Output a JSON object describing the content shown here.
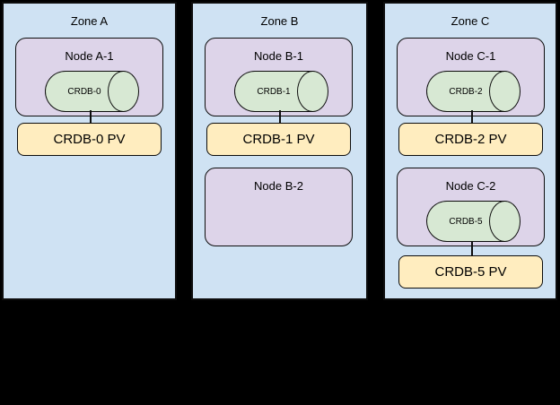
{
  "colors": {
    "canvas_bg": "#000000",
    "zone_fill": "#cfe2f3",
    "node_fill": "#ddd4e9",
    "cylinder_fill": "#d7e8d3",
    "pv_fill": "#ffedbf",
    "stroke": "#0d0d0d"
  },
  "zones": [
    {
      "label": "Zone A",
      "nodes": [
        {
          "label": "Node A-1",
          "pod": "CRDB-0",
          "pv": "CRDB-0 PV"
        }
      ]
    },
    {
      "label": "Zone B",
      "nodes": [
        {
          "label": "Node B-1",
          "pod": "CRDB-1",
          "pv": "CRDB-1 PV"
        },
        {
          "label": "Node B-2"
        }
      ]
    },
    {
      "label": "Zone C",
      "nodes": [
        {
          "label": "Node C-1",
          "pod": "CRDB-2",
          "pv": "CRDB-2 PV"
        },
        {
          "label": "Node C-2",
          "pod": "CRDB-5",
          "pv": "CRDB-5 PV"
        }
      ]
    }
  ]
}
